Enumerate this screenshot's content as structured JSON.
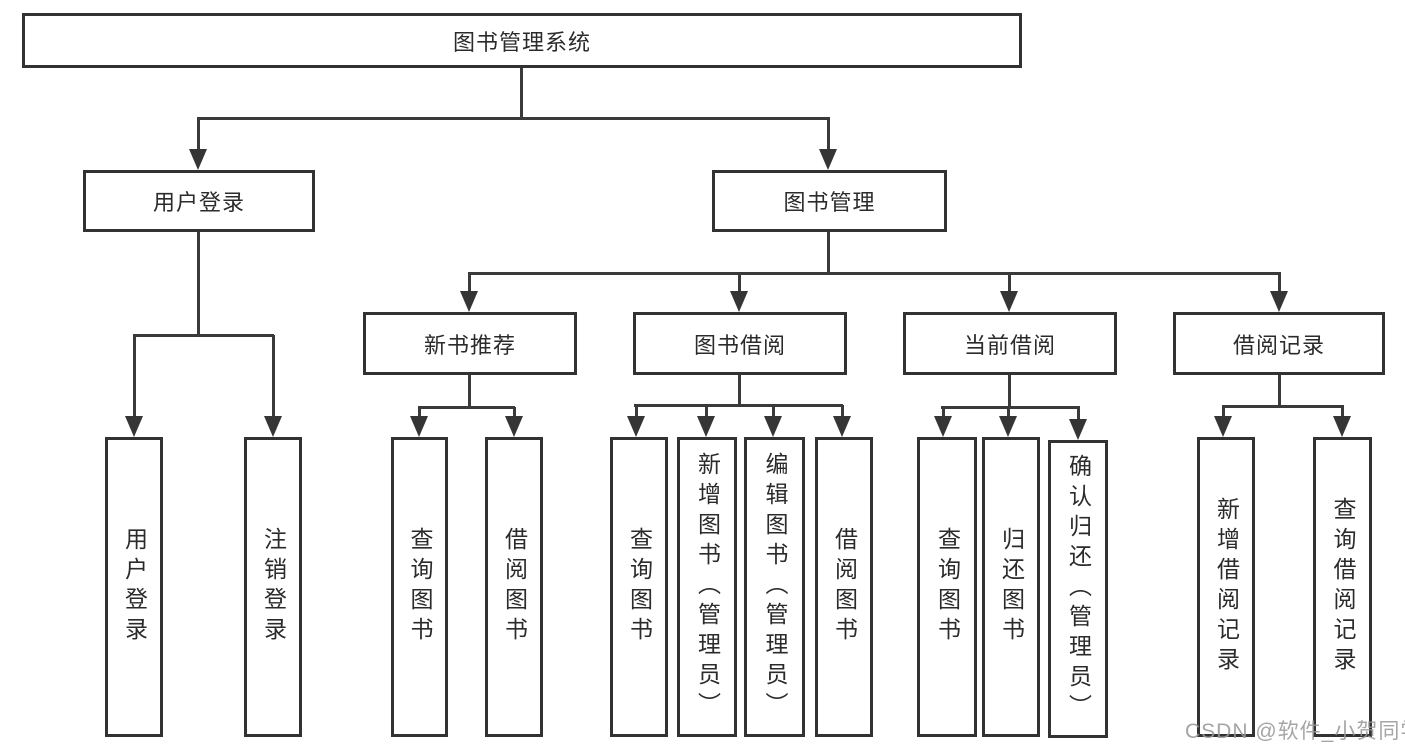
{
  "diagram": {
    "root": {
      "label": "图书管理系统"
    },
    "level2": {
      "user_login": {
        "label": "用户登录"
      },
      "book_mgmt": {
        "label": "图书管理"
      }
    },
    "level3": {
      "new_book": {
        "label": "新书推荐"
      },
      "book_borrow": {
        "label": "图书借阅"
      },
      "current_borrow": {
        "label": "当前借阅"
      },
      "borrow_records": {
        "label": "借阅记录"
      }
    },
    "leaves": {
      "ul1": {
        "label": "用户登录"
      },
      "ul2": {
        "label": "注销登录"
      },
      "nb1": {
        "label": "查询图书"
      },
      "nb2": {
        "label": "借阅图书"
      },
      "bb1": {
        "label": "查询图书"
      },
      "bb2": {
        "label": "新增图书（管理员）"
      },
      "bb3": {
        "label": "编辑图书（管理员）"
      },
      "bb4": {
        "label": "借阅图书"
      },
      "cb1": {
        "label": "查询图书"
      },
      "cb2": {
        "label": "归还图书"
      },
      "cb3": {
        "label": "确认归还（管理员）"
      },
      "br1": {
        "label": "新增借阅记录"
      },
      "br2": {
        "label": "查询借阅记录"
      }
    }
  },
  "watermark": {
    "text": "CSDN @软件_小贺同学"
  },
  "colors": {
    "line": "#3a3a3a",
    "box_border": "#323232",
    "text": "#2b2b2b",
    "background": "#ffffff",
    "watermark": "#989898"
  }
}
